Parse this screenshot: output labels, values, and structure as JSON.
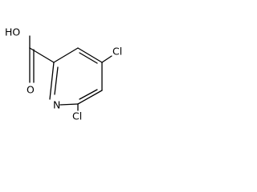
{
  "molecule": {
    "labels": {
      "hydroxyl": "HO",
      "carbonyl_oxygen": "O",
      "ring_nitrogen": "N",
      "chlorine_top": "Cl",
      "chlorine_bottom": "Cl"
    }
  }
}
